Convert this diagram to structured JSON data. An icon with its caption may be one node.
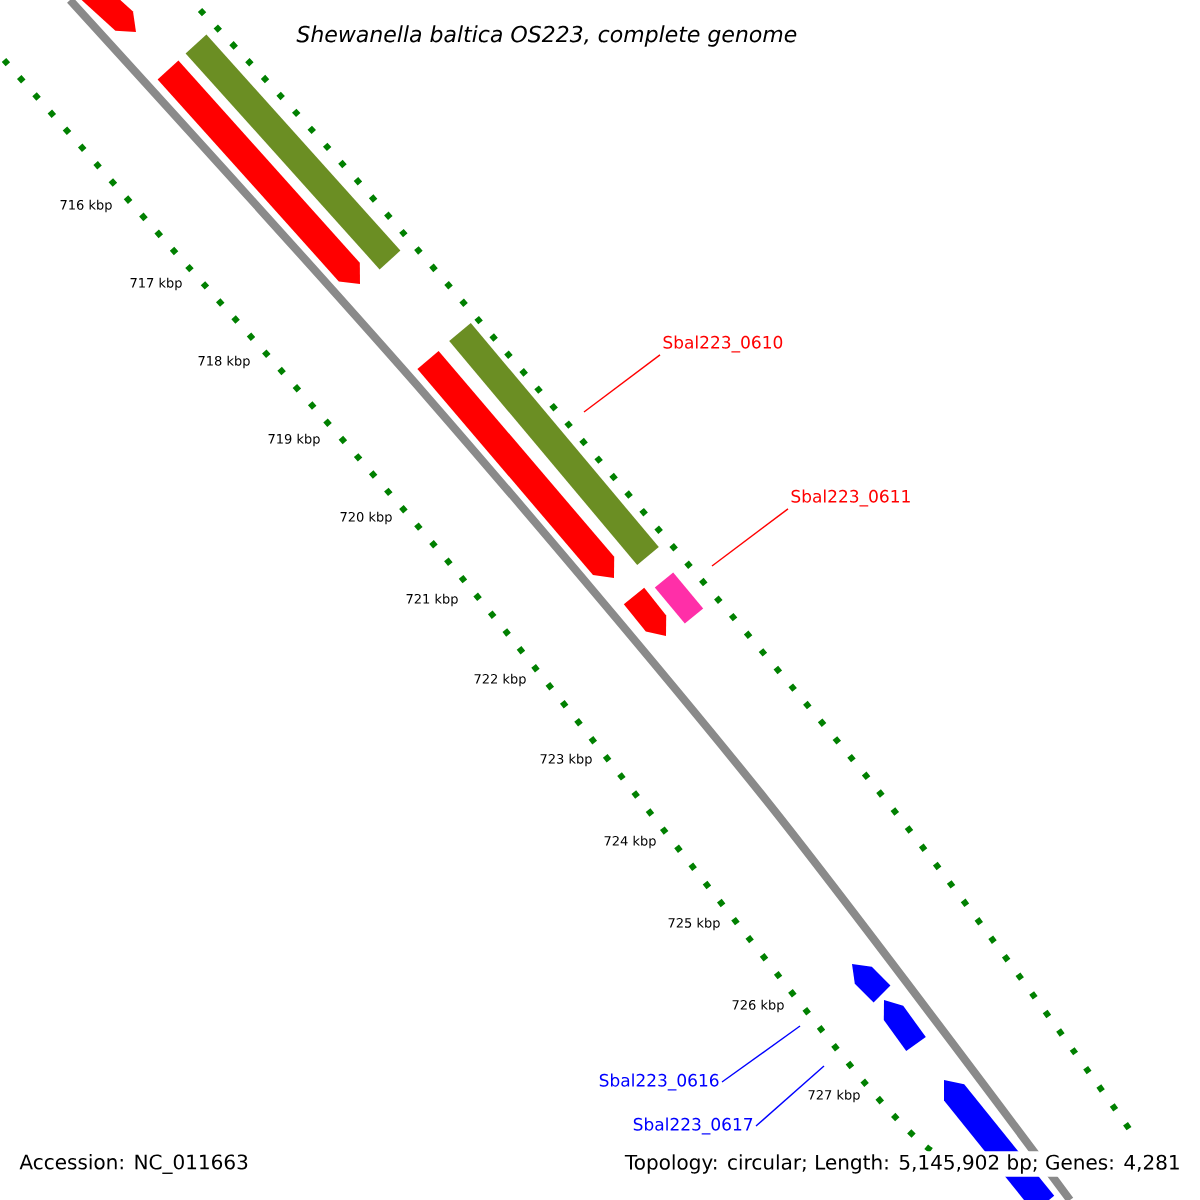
{
  "diagram": {
    "title": "Shewanella baltica OS223, complete genome",
    "nodes": [
      {
        "text": [
          "Sbal223_0610"
        ]
      },
      {
        "text": [
          "Sbal223_0611"
        ]
      },
      {
        "text": [
          "Sbal223_0616"
        ]
      },
      {
        "text": [
          "Sbal223_0617"
        ]
      }
    ],
    "edges": [
      {
        "from": 0,
        "to": null,
        "arrow": "none",
        "color": "#ff0000"
      },
      {
        "from": 1,
        "to": null,
        "arrow": "none",
        "color": "#ff0000"
      },
      {
        "from": 2,
        "to": null,
        "arrow": "none",
        "color": "#0000ff"
      },
      {
        "from": 3,
        "to": null,
        "arrow": "none",
        "color": "#0000ff"
      }
    ],
    "labels": [
      "716 kbp",
      "717 kbp",
      "718 kbp",
      "719 kbp",
      "720 kbp",
      "721 kbp",
      "722 kbp",
      "723 kbp",
      "724 kbp",
      "725 kbp",
      "726 kbp",
      "727 kbp",
      "Accession: NC_011663",
      "Topology: circular; Length: 5,145,902 bp; Genes: 4,281"
    ]
  }
}
